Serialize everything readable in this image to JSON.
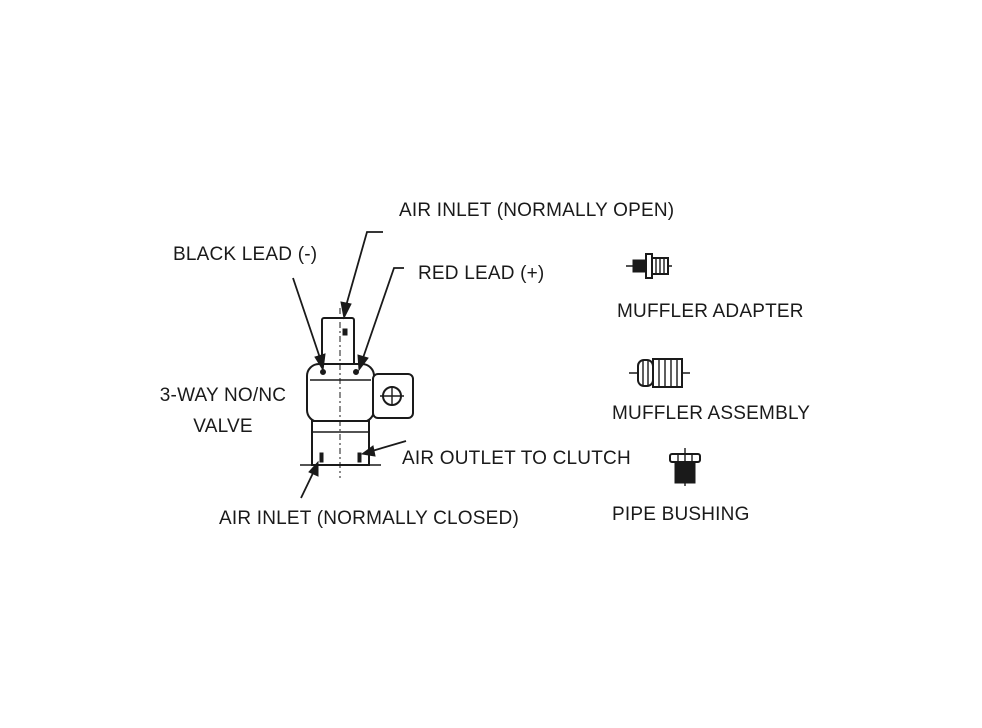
{
  "labels": {
    "air_inlet_open": "AIR INLET (NORMALLY OPEN)",
    "black_lead": "BLACK LEAD (-)",
    "red_lead": "RED LEAD (+)",
    "valve_line1": "3-WAY NO/NC",
    "valve_line2": "VALVE",
    "air_outlet": "AIR OUTLET TO CLUTCH",
    "air_inlet_closed": "AIR INLET (NORMALLY CLOSED)",
    "muffler_adapter": "MUFFLER ADAPTER",
    "muffler_assembly": "MUFFLER ASSEMBLY",
    "pipe_bushing": "PIPE BUSHING"
  },
  "colors": {
    "line": "#1a1a1a",
    "background": "#ffffff"
  }
}
